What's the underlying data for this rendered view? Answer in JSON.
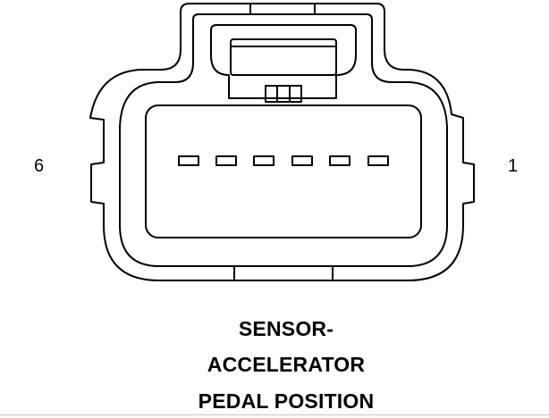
{
  "pin_labels": {
    "left": "6",
    "right": "1"
  },
  "caption": {
    "line1": "SENSOR-",
    "line2": "ACCELERATOR",
    "line3": "PEDAL POSITION"
  },
  "colors": {
    "stroke": "#000000",
    "background": "#ffffff"
  },
  "terminal_count": 6
}
